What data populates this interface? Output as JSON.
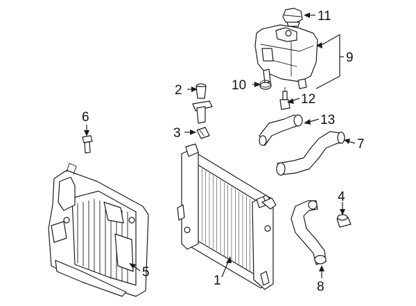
{
  "colors": {
    "line": "#1a1a1a",
    "background": "#ffffff"
  },
  "callouts": {
    "c1": "1",
    "c2": "2",
    "c3": "3",
    "c4": "4",
    "c5": "5",
    "c6": "6",
    "c7": "7",
    "c8": "8",
    "c9": "9",
    "c10": "10",
    "c11": "11",
    "c12": "12",
    "c13": "13"
  }
}
